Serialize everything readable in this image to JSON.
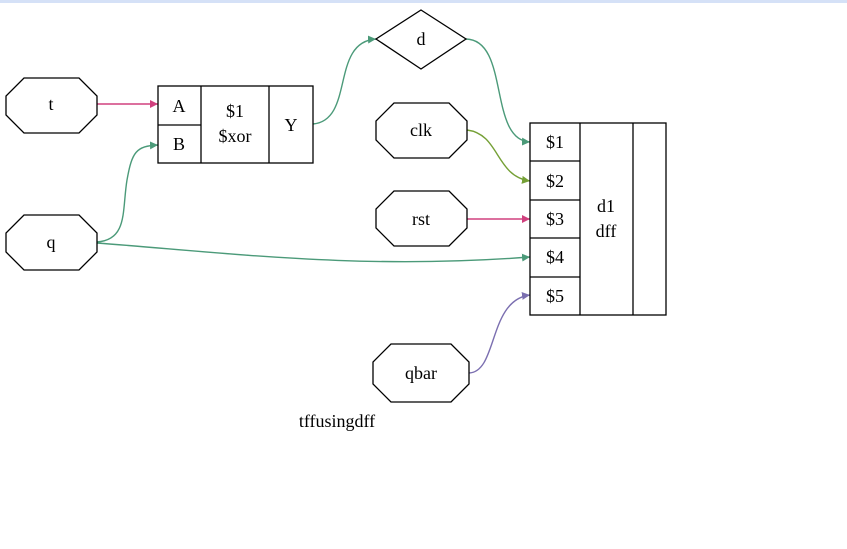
{
  "module_name": "tffusingdff",
  "ports": {
    "t": "t",
    "q": "q",
    "d": "d",
    "clk": "clk",
    "rst": "rst",
    "qbar": "qbar"
  },
  "xor_cell": {
    "input_a": "A",
    "input_b": "B",
    "id": "$1",
    "type": "$xor",
    "output": "Y"
  },
  "dff_cell": {
    "pins": [
      "$1",
      "$2",
      "$3",
      "$4",
      "$5"
    ],
    "name": "d1",
    "type": "dff"
  },
  "colors": {
    "wire_green": "#4b9a79",
    "wire_pink": "#d0407e",
    "wire_olive": "#75a036",
    "wire_purple": "#7b6fb0"
  }
}
